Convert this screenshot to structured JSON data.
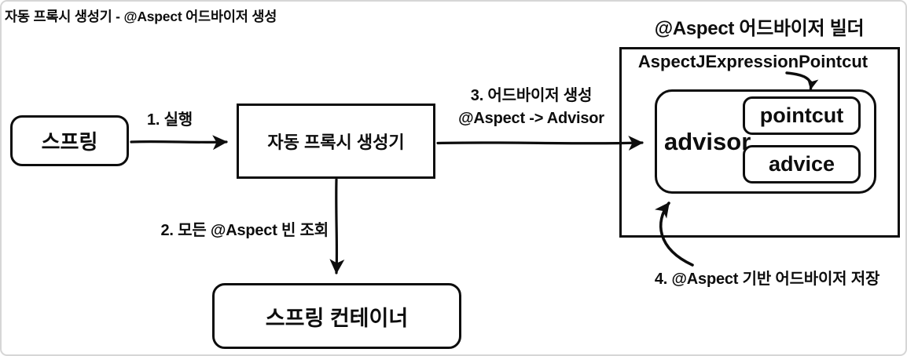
{
  "page": {
    "title": "자동 프록시 생성기 - @Aspect 어드바이저 생성"
  },
  "nodes": {
    "spring": "스프링",
    "auto_proxy_creator": "자동 프록시 생성기",
    "spring_container": "스프링 컨테이너",
    "advisor": "advisor",
    "pointcut": "pointcut",
    "advice": "advice"
  },
  "builder": {
    "title": "@Aspect 어드바이저 빌더",
    "pointcut_class": "AspectJExpressionPointcut"
  },
  "labels": {
    "step1": "1. 실행",
    "step2": "2. 모든 @Aspect 빈 조회",
    "step3_line1": "3. 어드바이저 생성",
    "step3_line2": "@Aspect -> Advisor",
    "step4": "4. @Aspect 기반 어드바이저 저장"
  },
  "colors": {
    "ink": "#0d0d0d",
    "background": "#ffffff",
    "frame_border": "#d6d6d6"
  }
}
